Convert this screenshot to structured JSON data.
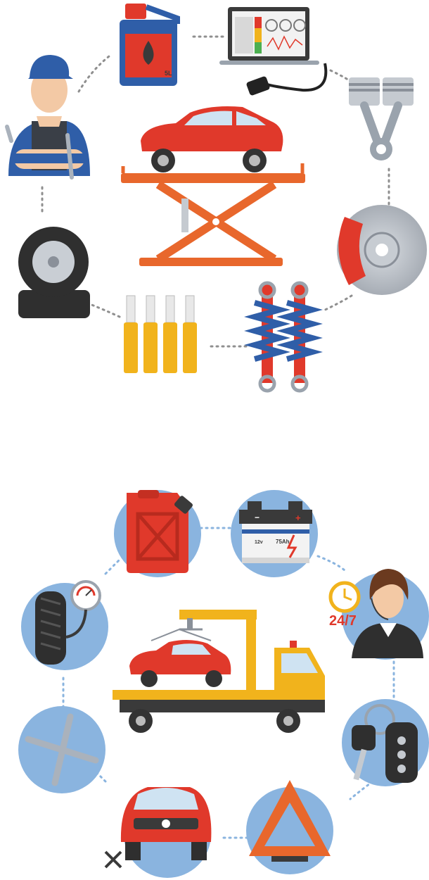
{
  "battery": {
    "voltage": "12v",
    "capacity": "75Ah"
  },
  "support": {
    "hours": "24/7"
  },
  "oil": {
    "grade": "5L"
  },
  "colors": {
    "red": "#e0392b",
    "blue": "#2f5ea8",
    "orange": "#e8672c",
    "yellow": "#f1b31c",
    "circle": "#8ab4df",
    "dark": "#3a3a3a",
    "grey": "#9aa3ad"
  }
}
